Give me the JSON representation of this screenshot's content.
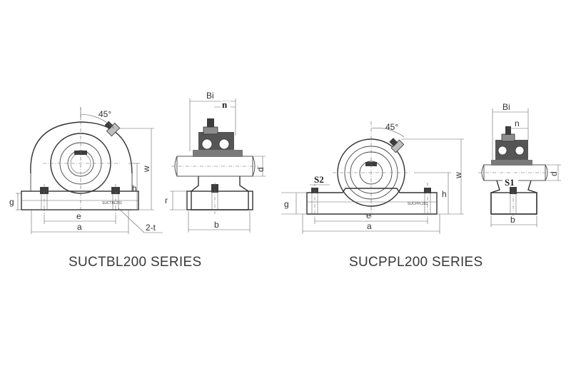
{
  "captions": {
    "left": "SUCTBL200   SERIES",
    "right": "SUCPPL200   SERIES"
  },
  "left_drawing": {
    "angle": "45°",
    "labels": {
      "w": "w",
      "h": "h",
      "g": "g",
      "e": "e",
      "a": "a",
      "t": "2-t",
      "stamp": "SUCTBL201"
    }
  },
  "left_side": {
    "labels": {
      "Bi": "Bi",
      "n": "n",
      "d": "d",
      "r": "r",
      "b": "b"
    }
  },
  "right_drawing": {
    "angle": "45°",
    "labels": {
      "w": "w",
      "h": "h",
      "g": "g",
      "e": "e",
      "a": "a",
      "S2": "S2",
      "stamp": "SUCPPL201"
    }
  },
  "right_side": {
    "labels": {
      "Bi": "Bi",
      "n": "n",
      "d": "d",
      "S1": "S1",
      "b": "b"
    }
  }
}
